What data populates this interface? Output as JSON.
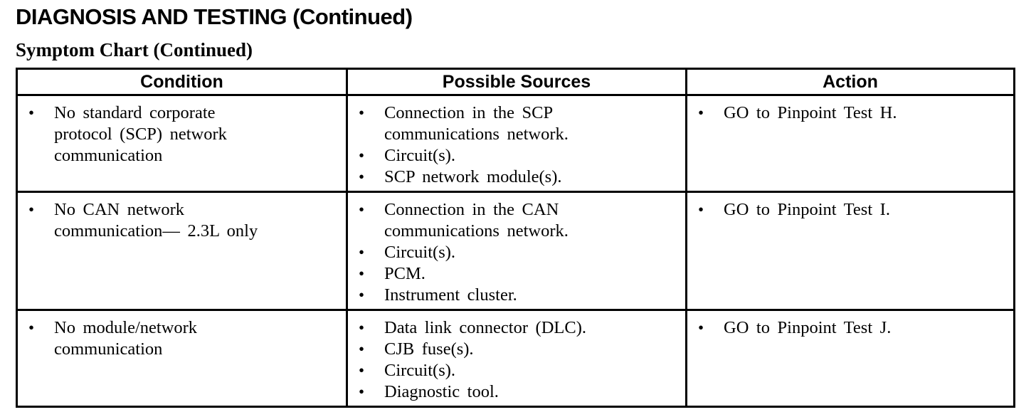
{
  "page": {
    "title": "DIAGNOSIS AND TESTING (Continued)",
    "subtitle": "Symptom Chart (Continued)"
  },
  "table": {
    "columns": [
      "Condition",
      "Possible Sources",
      "Action"
    ],
    "rows": [
      {
        "condition": [
          "No standard corporate protocol (SCP) network communication"
        ],
        "sources": [
          "Connection in the SCP communications network.",
          "Circuit(s).",
          "SCP network module(s)."
        ],
        "action": [
          "GO to Pinpoint Test H."
        ]
      },
      {
        "condition": [
          "No CAN network communication— 2.3L only"
        ],
        "sources": [
          "Connection in the CAN communications network.",
          "Circuit(s).",
          "PCM.",
          "Instrument cluster."
        ],
        "action": [
          "GO to Pinpoint Test I."
        ]
      },
      {
        "condition": [
          "No module/network communication"
        ],
        "sources": [
          "Data link connector (DLC).",
          "CJB fuse(s).",
          "Circuit(s).",
          "Diagnostic tool."
        ],
        "action": [
          "GO to Pinpoint Test J."
        ]
      }
    ]
  }
}
